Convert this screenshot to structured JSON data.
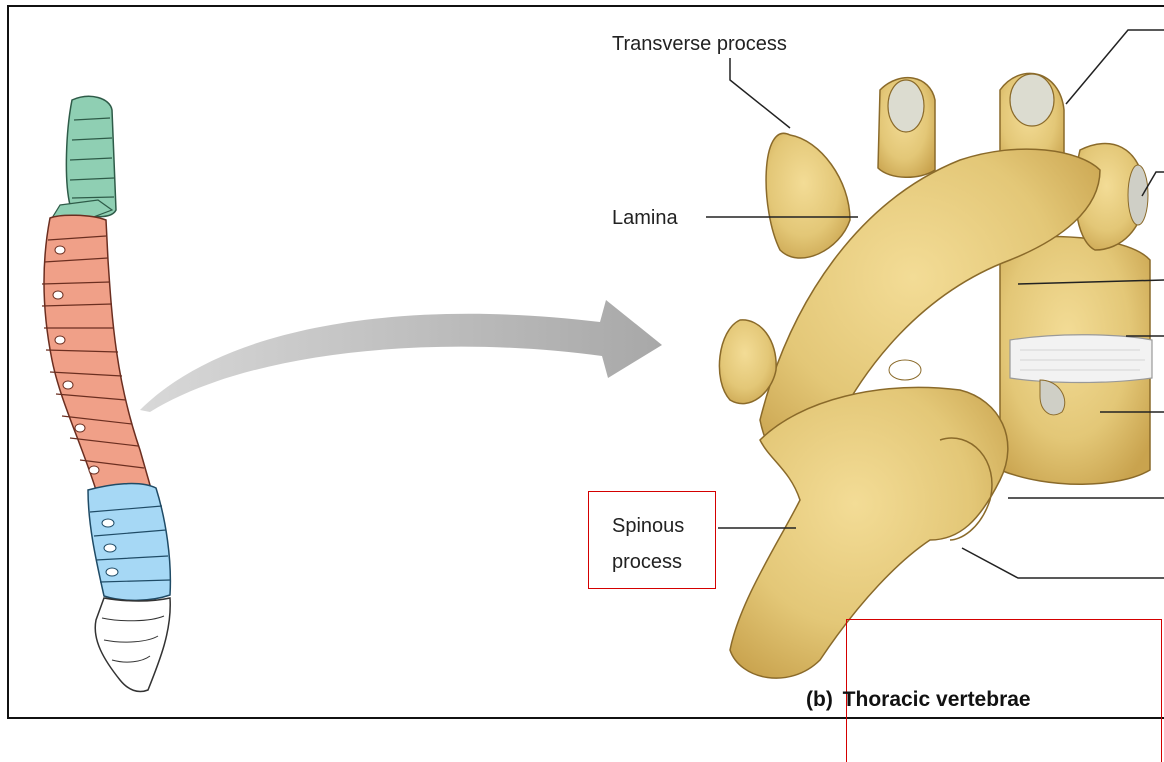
{
  "labels": {
    "transverse_process": "Transverse process",
    "lamina": "Lamina",
    "spinous_process_line1": "Spinous",
    "spinous_process_line2": "process"
  },
  "caption": {
    "part": "(b)",
    "title": "Thoracic vertebrae"
  },
  "colors": {
    "cervical": "#8fcfb3",
    "thoracic": "#f0a088",
    "lumbar": "#a6d8f5",
    "sacral": "#ffffff",
    "bone": "#e3c777",
    "bone_shadow": "#b88f3a",
    "arrow": "#b3b3b3",
    "highlight_box": "#d40000"
  }
}
